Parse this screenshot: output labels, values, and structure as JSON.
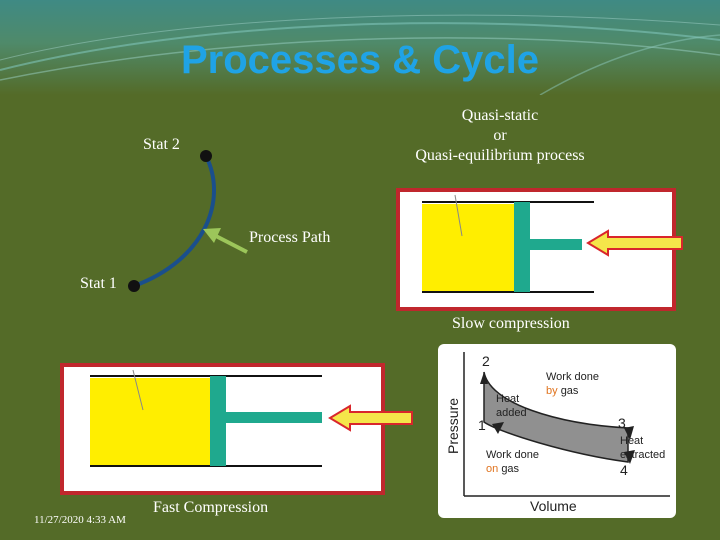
{
  "slide": {
    "title": "Processes & Cycle",
    "state_2": "Stat 2",
    "state_1": "Stat 1",
    "process_path": "Process Path",
    "quasi": {
      "line1": "Quasi-static",
      "line2": "or",
      "line3": "Quasi-equilibrium  process"
    },
    "slow_compression": "Slow compression",
    "fast_compression": "Fast Compression",
    "date": "11/27/2020 4:33 AM"
  },
  "pv_diagram": {
    "point_2": "2",
    "point_1": "1",
    "point_3": "3",
    "point_4": "4",
    "work_by_gas_line1": "Work done",
    "work_by_gas_by": "by",
    "work_by_gas_gas": "gas",
    "heat_added_line1": "Heat",
    "heat_added_line2": "added",
    "heat_extracted_line1": "Heat",
    "heat_extracted_line2": "extracted",
    "work_on_gas_line1": "Work done",
    "work_on_gas_on": "on",
    "work_on_gas_gas": "gas",
    "y_axis": "Pressure",
    "x_axis": "Volume"
  },
  "colors": {
    "background": "#546b28",
    "title": "#1fa3e6",
    "path_curve": "#1a4f8c",
    "piston": "#1fa98e",
    "gas": "#ffee00",
    "cylinder_frame": "#c0272d",
    "arrow_fill": "#f5e64a",
    "arrow_edge": "#d9262c",
    "pointer_arrow": "#9cc65a",
    "pv_fill": "#909090",
    "pv_highlight": "#e0731e"
  }
}
